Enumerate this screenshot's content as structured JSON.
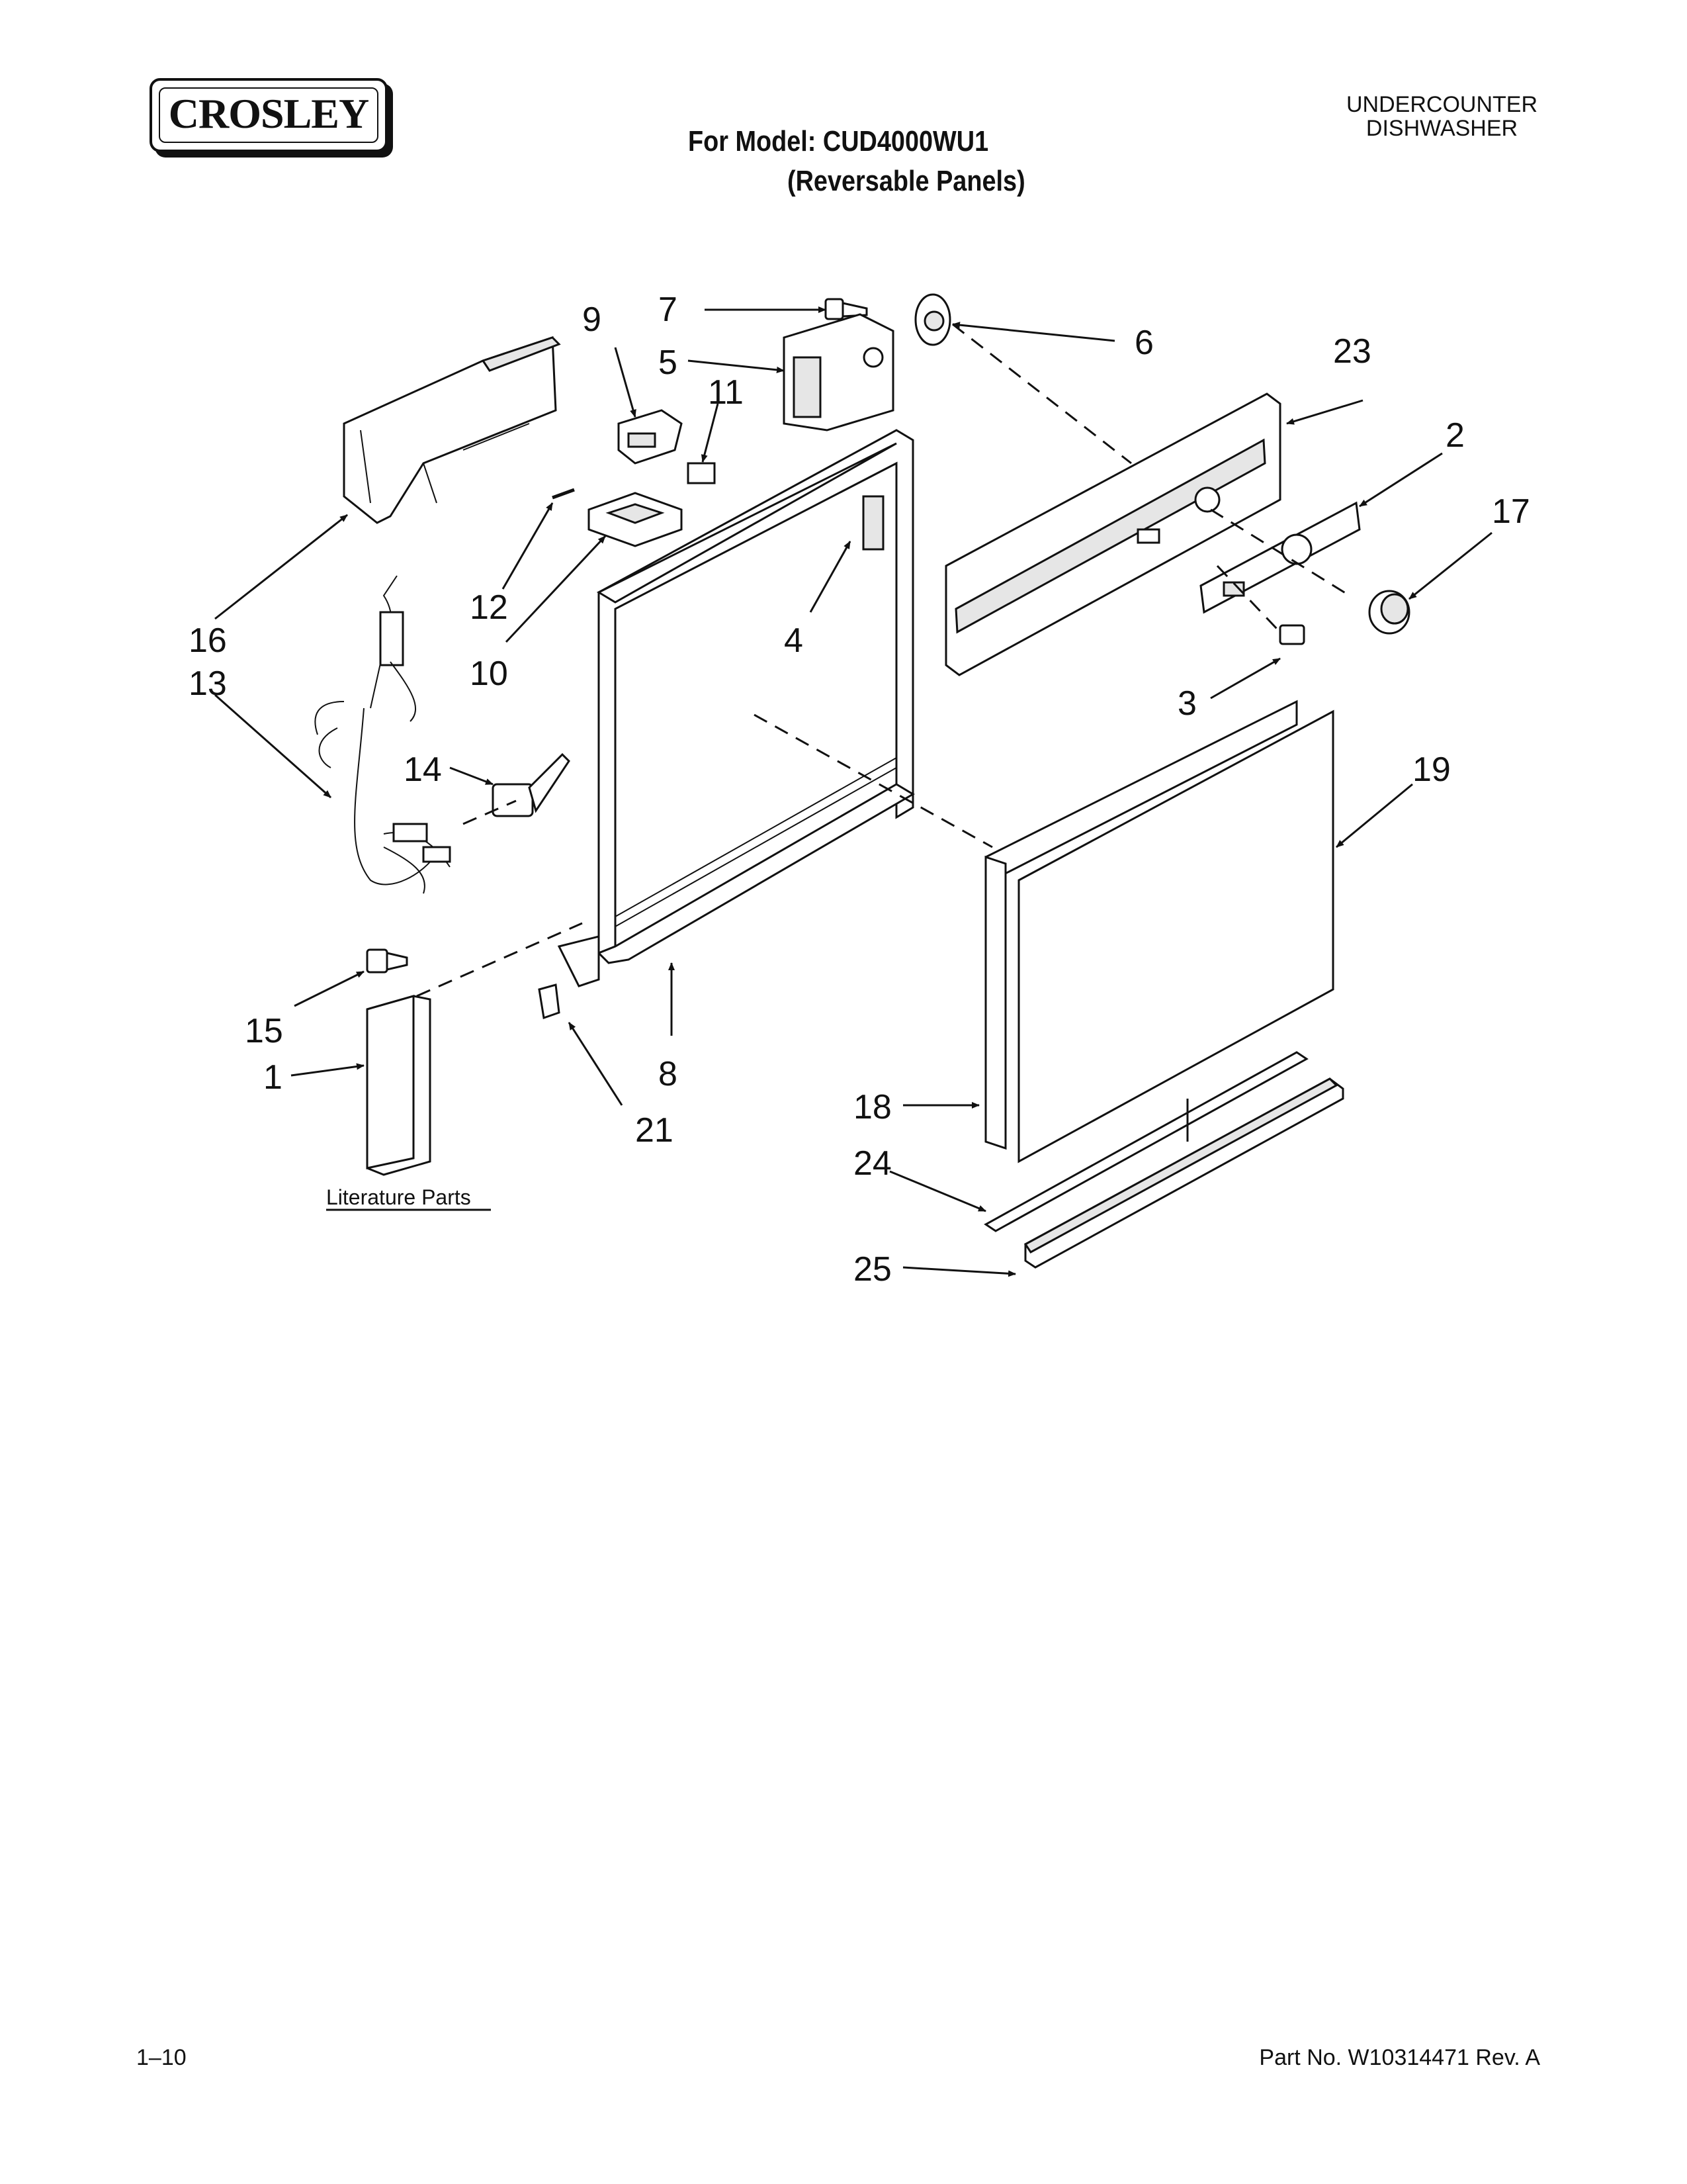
{
  "brand": "CROSLEY",
  "header": {
    "model_line": "For Model: CUD4000WU1",
    "panel_note": "(Reversable Panels)",
    "category_line1": "UNDERCOUNTER",
    "category_line2": "DISHWASHER"
  },
  "callouts": {
    "p1": "1",
    "p2": "2",
    "p3": "3",
    "p4": "4",
    "p5": "5",
    "p6": "6",
    "p7": "7",
    "p8": "8",
    "p9": "9",
    "p10": "10",
    "p11": "11",
    "p12": "12",
    "p13": "13",
    "p14": "14",
    "p15": "15",
    "p16": "16",
    "p17": "17",
    "p18": "18",
    "p19": "19",
    "p21": "21",
    "p23": "23",
    "p24": "24",
    "p25": "25"
  },
  "literature_label": "Literature Parts",
  "footer": {
    "page": "1–10",
    "part_no": "Part No. W10314471 Rev. A"
  }
}
